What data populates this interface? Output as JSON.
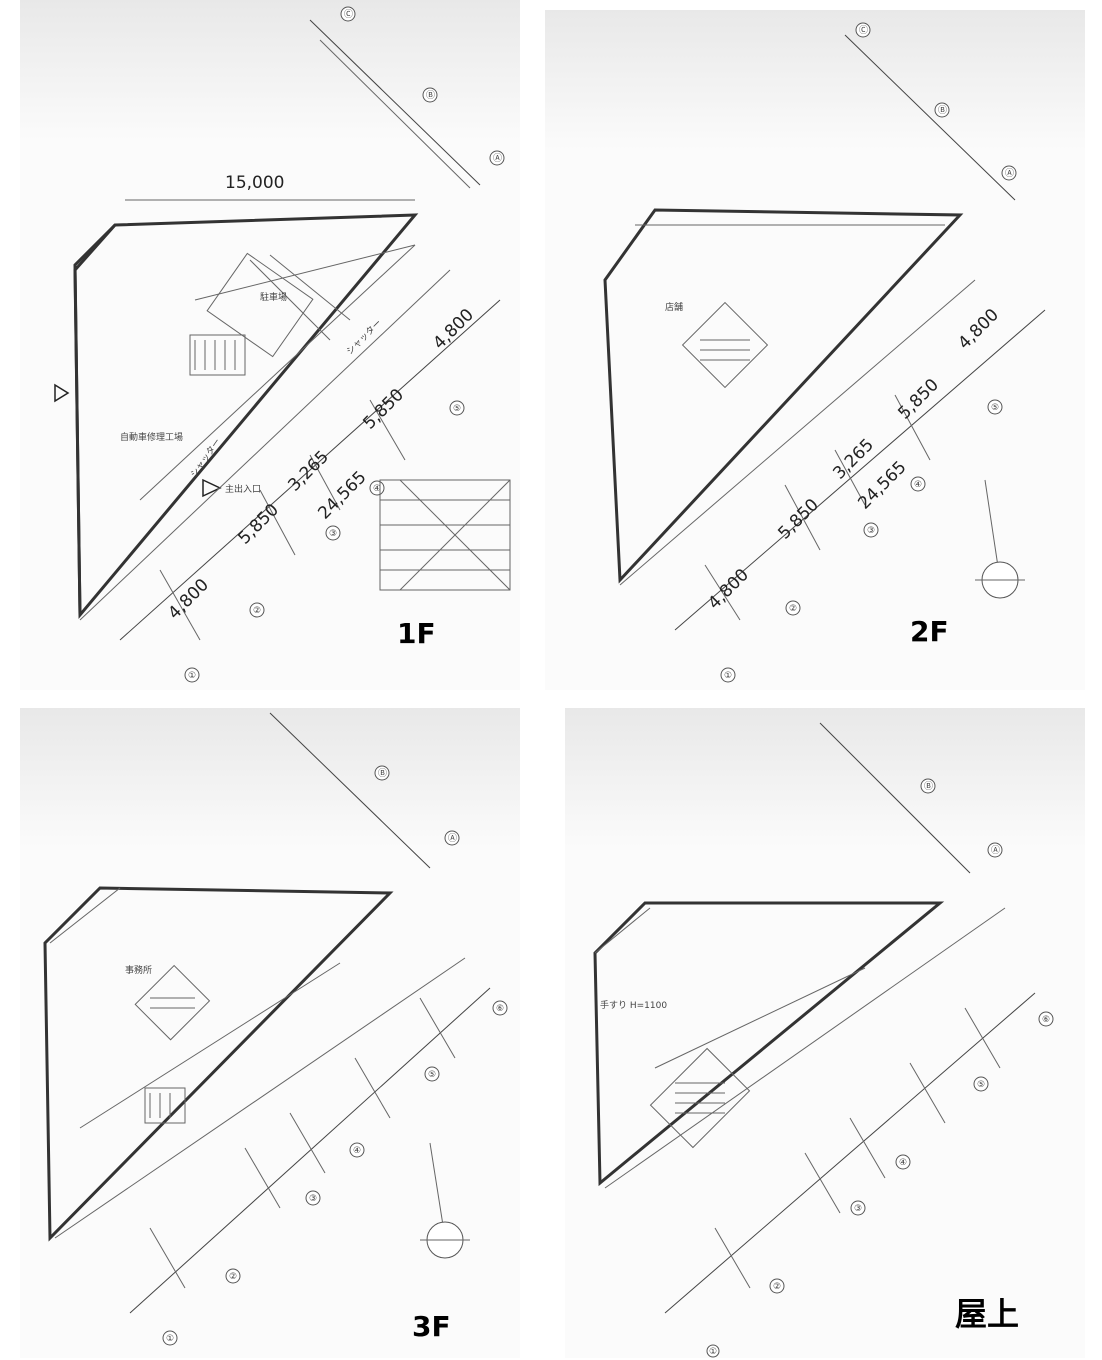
{
  "panels": [
    {
      "floor": "1F",
      "dims": {
        "top_width": "15,000",
        "bay_a": "4,800",
        "bay_b": "5,850",
        "bay_c": "3,265",
        "bay_d": "5,850",
        "bay_e": "4,800",
        "total": "24,565"
      },
      "notes": {
        "shutter_1": "シャッター",
        "shutter_2": "シャッター",
        "parking": "駐車場",
        "workshop": "自動車修理工場",
        "main_entrance": "主出入口",
        "stair": "階段"
      },
      "axes": [
        "①",
        "②",
        "③",
        "④",
        "⑤",
        "Ⓐ",
        "Ⓑ",
        "Ⓒ"
      ]
    },
    {
      "floor": "2F",
      "dims": {
        "bay_a": "4,800",
        "bay_b": "5,850",
        "bay_c": "3,265",
        "bay_d": "5,850",
        "bay_e": "4,800",
        "total": "24,565"
      },
      "notes": {
        "room": "店舗"
      },
      "axes": [
        "①",
        "②",
        "③",
        "④",
        "⑤",
        "Ⓐ",
        "Ⓑ",
        "Ⓒ"
      ]
    },
    {
      "floor": "3F",
      "notes": {
        "room": "事務所"
      },
      "axes": [
        "①",
        "②",
        "③",
        "④",
        "⑤",
        "⑥",
        "Ⓐ",
        "Ⓑ"
      ]
    },
    {
      "floor": "屋上",
      "notes": {
        "handrail": "手すり H=1100"
      },
      "axes": [
        "①",
        "②",
        "③",
        "④",
        "⑤",
        "⑥",
        "Ⓐ",
        "Ⓑ"
      ]
    }
  ]
}
